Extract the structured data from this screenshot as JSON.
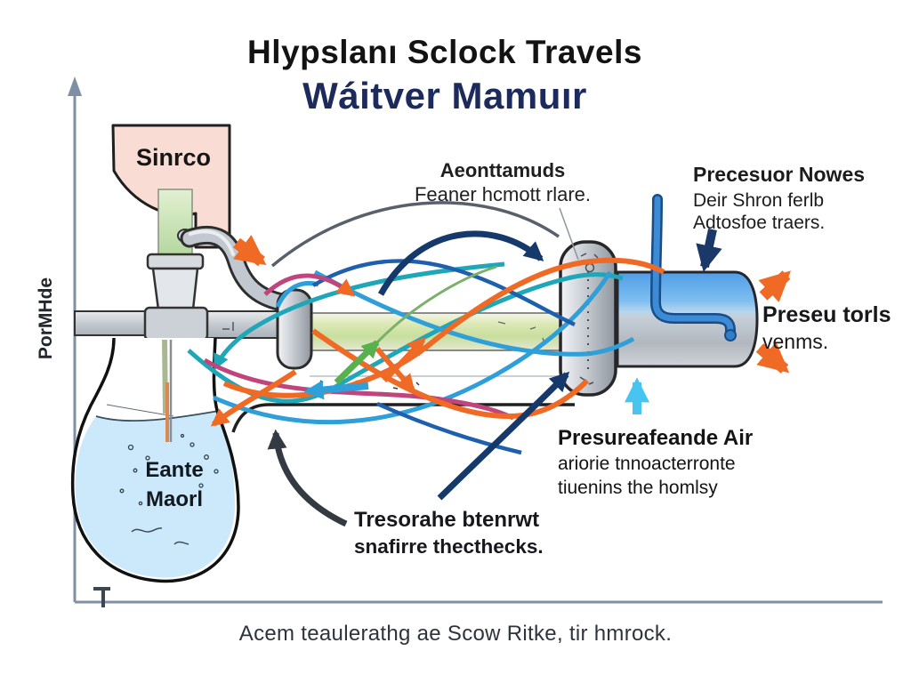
{
  "title": {
    "line1": "Hlypslanı Sclock Travels",
    "line2": "Wáitver Mamuır"
  },
  "axis": {
    "y_label": "PorMHde"
  },
  "source_funnel": {
    "label": "Sinrco"
  },
  "flask": {
    "label_line1": "Eante",
    "label_line2": "Maorl"
  },
  "callouts": {
    "top": {
      "line1": "Aeonttamuds",
      "line2": "Feaner hcmott rlare."
    },
    "right_top": {
      "line1": "Precesuor Nowes",
      "line2": "Deir Shron ferlb",
      "line3": "Adtosfoe traers."
    },
    "right_mid": {
      "line1": "Preseu torls",
      "line2": "venms."
    },
    "air": {
      "line1": "Presureafeande Air",
      "line2": "ariorie tnnoacterronte",
      "line3": "tiuenins the homlsy"
    },
    "shock": {
      "line1": "Tresorahe btenrwt",
      "line2": "snafirre thecthecks."
    }
  },
  "caption": "Acem teaulerathg ae Scow Ritke, tir hmrock.",
  "palette": {
    "title_navy": "#1c2a5c",
    "funnel_pink": "#f9ddd4",
    "feed_green": "#c5dda6",
    "tube_green": "#cde2a6",
    "water_blue": "#cbe9fb",
    "cylinder_blue": "#4f9de7",
    "metal_gray": "#c4cad0",
    "arrow_orange": "#ef6a24",
    "arrow_navy": "#16396b",
    "arrow_teal": "#1fa7b8",
    "arrow_sky": "#2e9fd8",
    "arrow_cyan": "#47c4f0",
    "arrow_crimson": "#c0457c",
    "arrow_green": "#57b14c",
    "axis_gray": "#7f8fa6"
  }
}
